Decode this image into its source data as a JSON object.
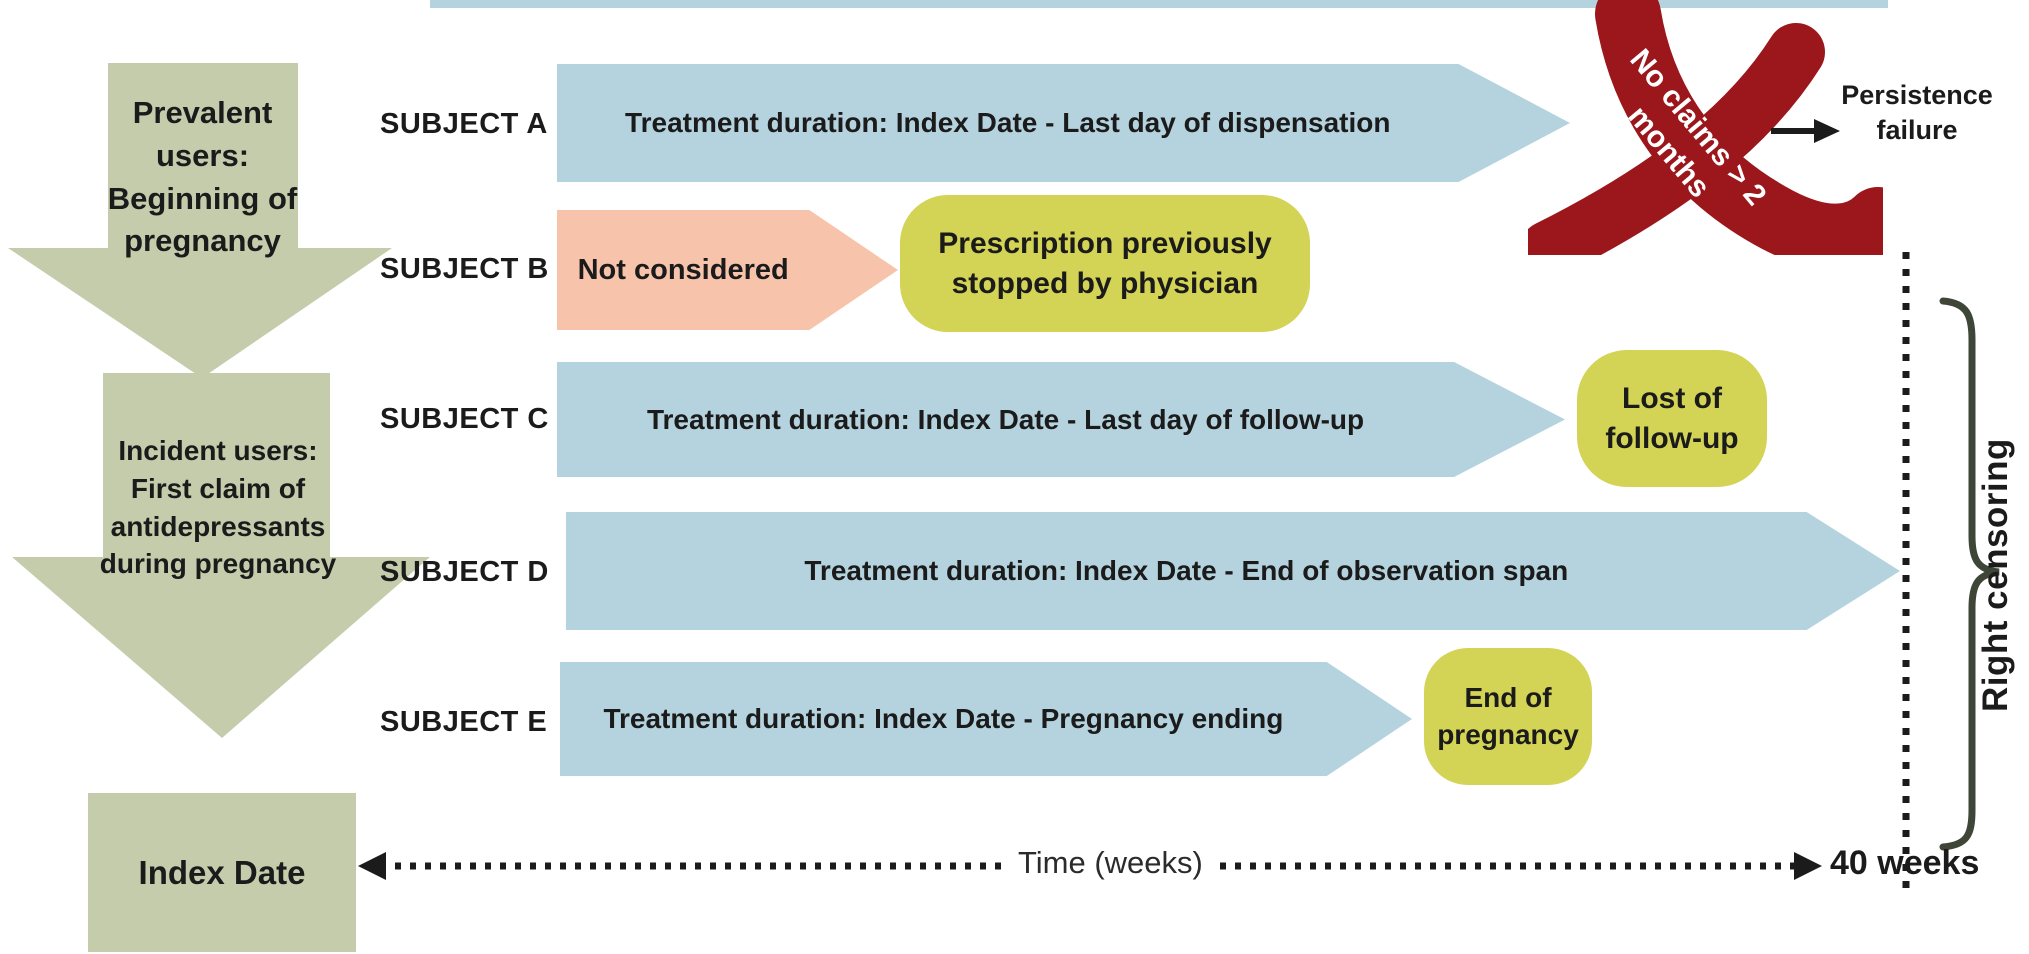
{
  "colors": {
    "blue": "#b5d3de",
    "sage": "#c4ccac",
    "salmon": "#f7c4ab",
    "yellow": "#d3d355",
    "red": "#9b171c",
    "brace": "#3e4637",
    "ink": "#1b1b1b"
  },
  "funnel": {
    "prevalent": "Prevalent users: Beginning of pregnancy",
    "incident": "Incident users: First claim of antidepressants during pregnancy"
  },
  "subjects": [
    {
      "label": "SUBJECT A",
      "bar": "Treatment duration: Index Date - Last day of dispensation",
      "badge": ""
    },
    {
      "label": "SUBJECT B",
      "bar": "Not considered",
      "badge": "Prescription previously stopped by physician"
    },
    {
      "label": "SUBJECT C",
      "bar": "Treatment duration: Index Date - Last day of follow-up",
      "badge": "Lost of follow-up"
    },
    {
      "label": "SUBJECT D",
      "bar": "Treatment duration: Index Date - End of observation span",
      "badge": ""
    },
    {
      "label": "SUBJECT E",
      "bar": "Treatment duration: Index Date - Pregnancy ending",
      "badge": "End of pregnancy"
    }
  ],
  "persistence": {
    "x_line1": "No claims > 2",
    "x_line2": "months",
    "label": "Persistence failure"
  },
  "censoring": {
    "label": "Right censoring"
  },
  "timeline": {
    "index_box": "Index Date",
    "axis": "Time (weeks)",
    "end": "40 weeks"
  }
}
